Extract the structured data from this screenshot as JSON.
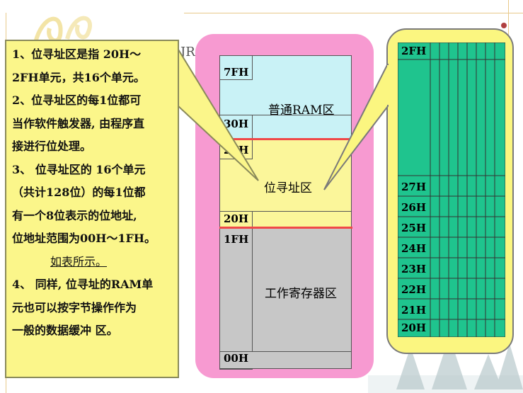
{
  "memory_map": {
    "addresses": {
      "a7f": "7FH",
      "a30": "30H",
      "a2f": "2FH",
      "a20": "20H",
      "a1f": "1FH",
      "a00": "00H"
    },
    "regions": {
      "ram": "普通RAM区",
      "bit": "位寻址区",
      "work": "工作寄存器区"
    },
    "colors": {
      "ram": "#c9f2f6",
      "bit": "#fbf69a",
      "work": "#c7c7c7",
      "pink": "#f79ad1",
      "grid": "#1fc48e"
    }
  },
  "bit_table": {
    "rows": [
      "2FH",
      "27H",
      "26H",
      "25H",
      "24H",
      "23H",
      "22H",
      "21H",
      "20H"
    ]
  },
  "notes": {
    "n1a": "1、位寻址区是指 20H～",
    "n1b": "2FH单元，共16个单元。",
    "n2a": "2、位寻址区的每1位都可",
    "n2b": "当作软件触发器, 由程序直",
    "n2c": "接进行位处理。",
    "n3a": "3、 位寻址区的 16个单元",
    "n3b": "（共计128位）的每1位都",
    "n3c": "有一个8位表示的位地址,",
    "n3d": "位地址范围为00H～1FH。",
    "n3e": "如表所示。",
    "n4a": "4、 同样, 位寻址的RAM单",
    "n4b": "元也可以按字节操作作为",
    "n4c": "一般的数据缓冲 区。"
  },
  "partial_title": "JR"
}
